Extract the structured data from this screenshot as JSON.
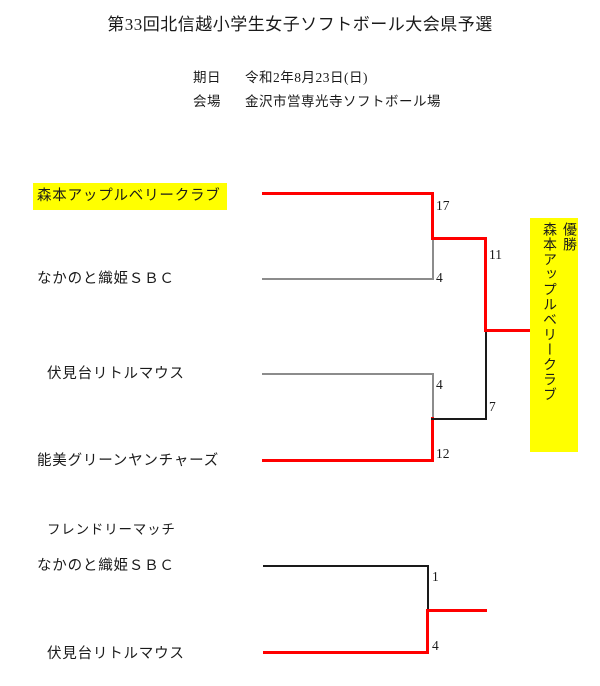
{
  "document": {
    "title": "第33回北信越小学生女子ソフトボール大会県予選",
    "meta": [
      {
        "label": "期日",
        "value": "令和2年8月23日(日)"
      },
      {
        "label": "会場",
        "value": "金沢市営専光寺ソフトボール場"
      }
    ]
  },
  "colors": {
    "winner_line": "#ff0000",
    "loser_line": "#8c8c8c",
    "neutral_line": "#1a1a1a",
    "highlight": "#ffff00",
    "text": "#1a1a1a"
  },
  "bracket": {
    "round1": [
      {
        "team": "森本アップルベリークラブ",
        "score": "17",
        "winner": true,
        "highlighted": true
      },
      {
        "team": "なかのと織姫ＳＢＣ",
        "score": "4",
        "winner": false,
        "highlighted": false
      },
      {
        "team": "伏見台リトルマウス",
        "score": "4",
        "winner": false,
        "highlighted": false
      },
      {
        "team": "能美グリーンヤンチャーズ",
        "score": "12",
        "winner": true,
        "highlighted": false
      }
    ],
    "final": [
      {
        "team": "森本アップルベリークラブ",
        "score": "11",
        "winner": true
      },
      {
        "team": "能美グリーンヤンチャーズ",
        "score": "7",
        "winner": false
      }
    ]
  },
  "champion": {
    "label": "優勝",
    "team": "森本アップルベリークラブ"
  },
  "friendly": {
    "heading": "フレンドリーマッチ",
    "matches": [
      {
        "team": "なかのと織姫ＳＢＣ",
        "score": "1",
        "winner": false
      },
      {
        "team": "伏見台リトルマウス",
        "score": "4",
        "winner": true
      }
    ]
  }
}
